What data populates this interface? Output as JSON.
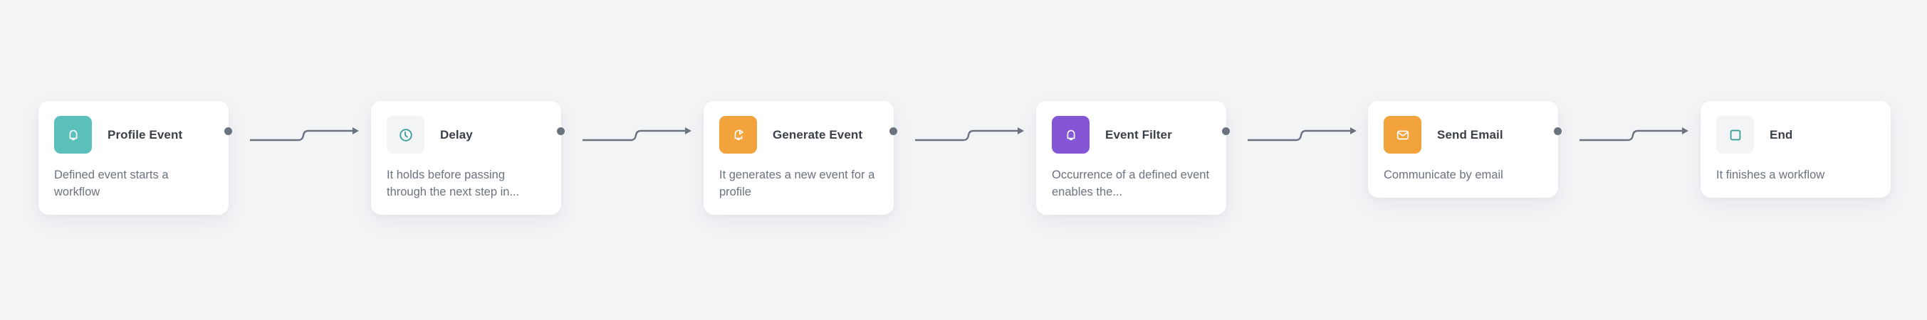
{
  "workflow": {
    "nodes": [
      {
        "id": "profile-event",
        "title": "Profile Event",
        "description": "Defined event starts a workflow",
        "icon": "bell-icon",
        "icon_bg": "#5bc0b9",
        "icon_color": "#ffffff"
      },
      {
        "id": "delay",
        "title": "Delay",
        "description": "It holds before passing through the next step in...",
        "icon": "clock-icon",
        "icon_bg": "#f3f4f6",
        "icon_color": "#3a9e98"
      },
      {
        "id": "generate-event",
        "title": "Generate Event",
        "description": "It generates a new event for a profile",
        "icon": "bell-play-icon",
        "icon_bg": "#f2a33c",
        "icon_color": "#ffffff"
      },
      {
        "id": "event-filter",
        "title": "Event Filter",
        "description": "Occurrence of a defined event enables the...",
        "icon": "bell-icon",
        "icon_bg": "#8456d6",
        "icon_color": "#ffffff"
      },
      {
        "id": "send-email",
        "title": "Send Email",
        "description": "Communicate by email",
        "icon": "envelope-icon",
        "icon_bg": "#f2a33c",
        "icon_color": "#ffffff"
      },
      {
        "id": "end",
        "title": "End",
        "description": "It finishes a workflow",
        "icon": "square-stop-icon",
        "icon_bg": "#f3f4f6",
        "icon_color": "#3a9e98"
      }
    ],
    "edge_color": "#6b7280",
    "port_color": "#6b7280"
  }
}
